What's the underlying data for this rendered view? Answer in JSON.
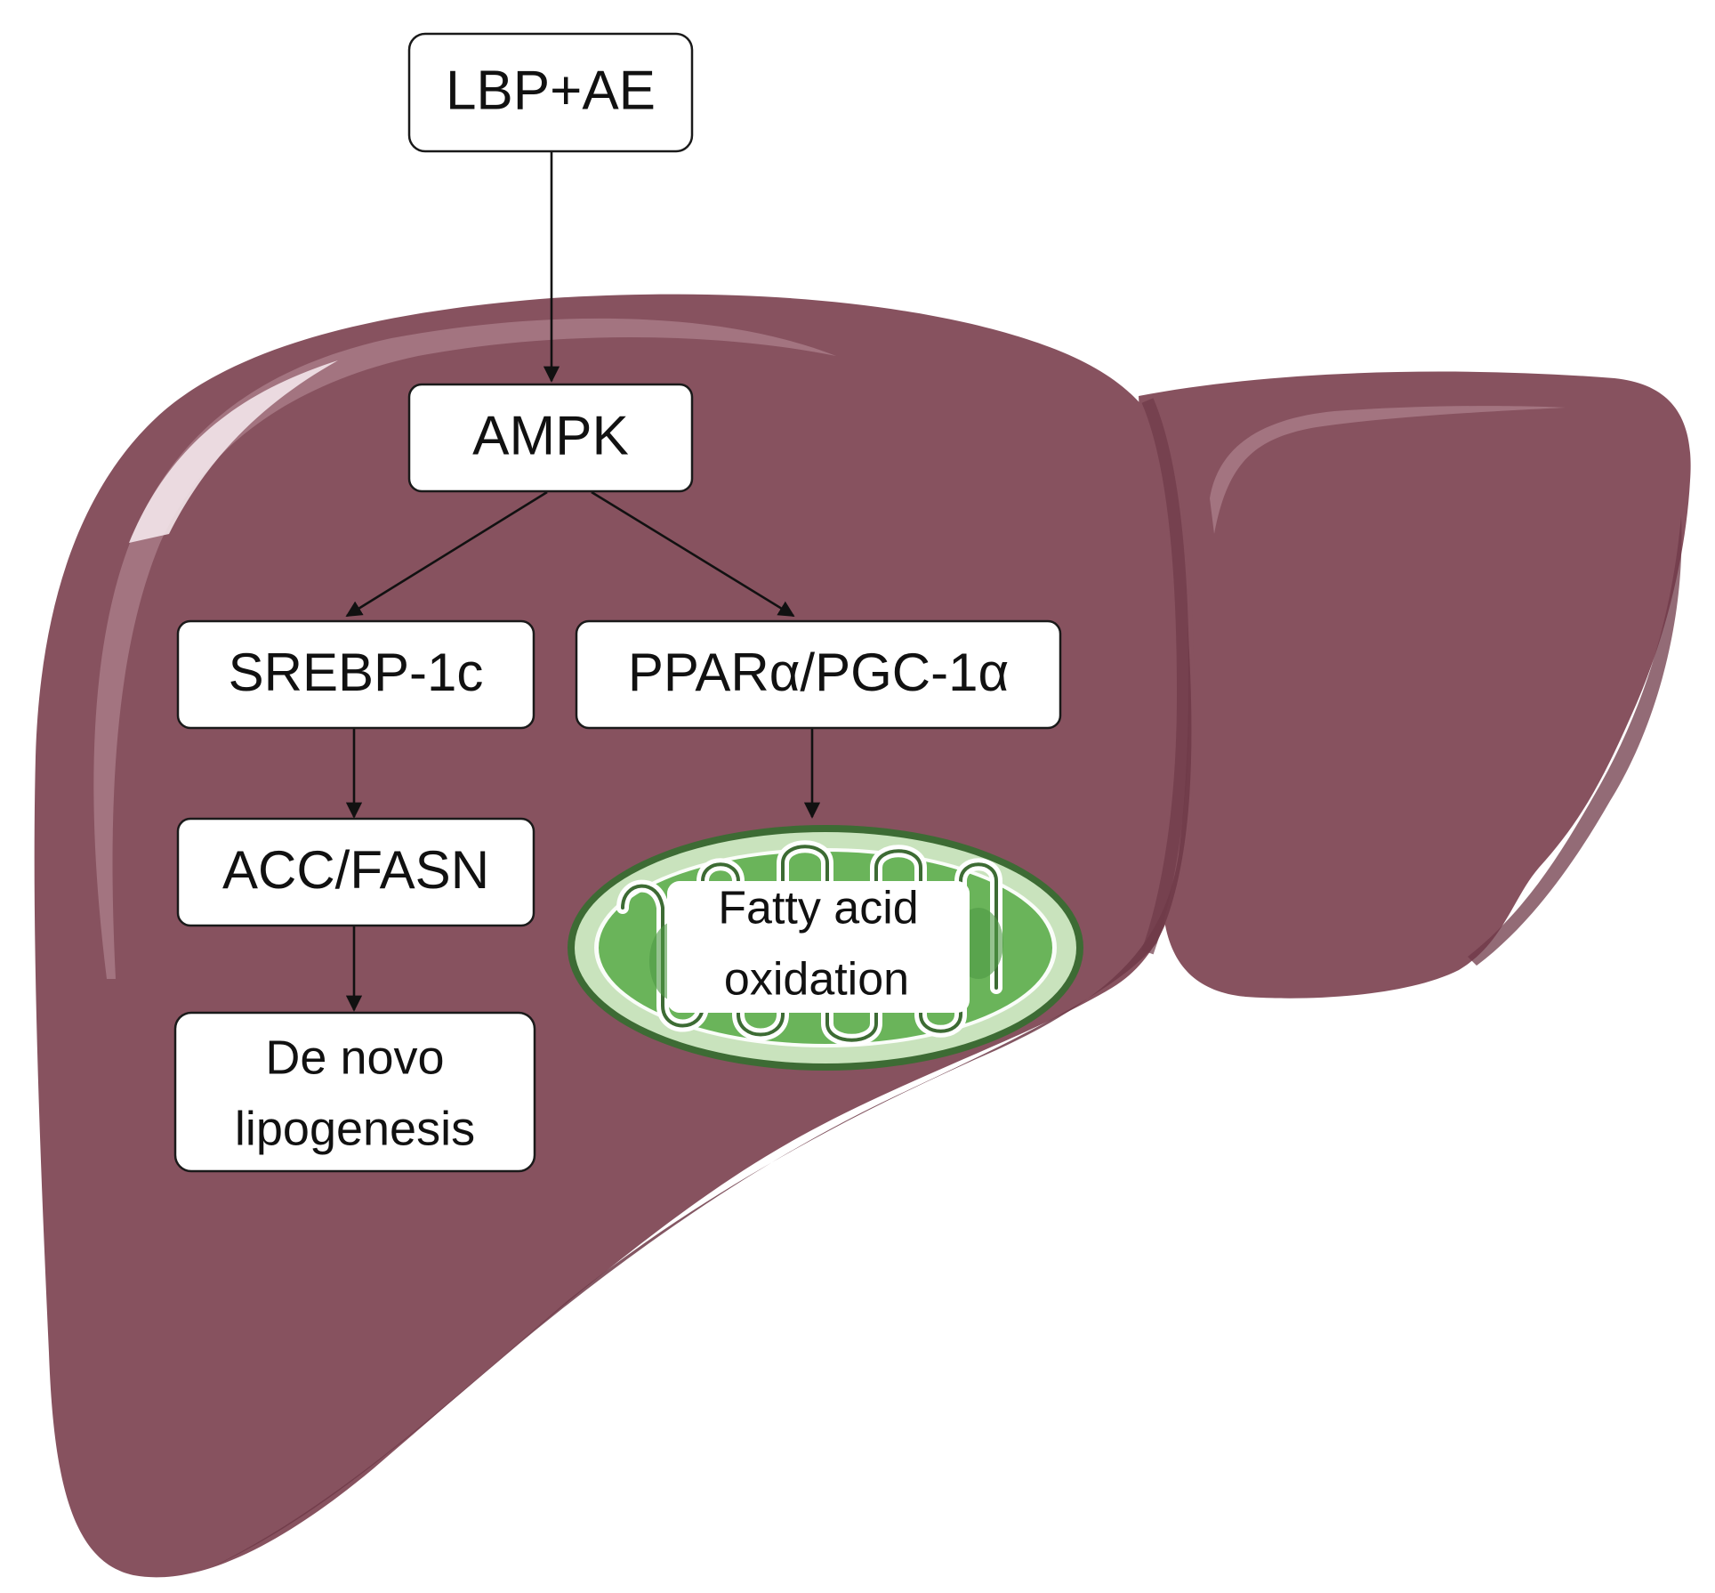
{
  "diagram": {
    "nodes": {
      "lbp_ae": {
        "label": "LBP+AE"
      },
      "ampk": {
        "label": "AMPK"
      },
      "srebp": {
        "label": "SREBP-1c"
      },
      "ppar": {
        "label": "PPARα/PGC-1α"
      },
      "acc_fasn": {
        "label": "ACC/FASN"
      },
      "dnl": {
        "lines": [
          "De novo",
          "lipogenesis"
        ]
      },
      "fao": {
        "lines": [
          "Fatty acid",
          "oxidation"
        ]
      }
    },
    "edges": [
      {
        "from": "LBP+AE",
        "to": "AMPK"
      },
      {
        "from": "AMPK",
        "to": "SREBP-1c"
      },
      {
        "from": "AMPK",
        "to": "PPARα/PGC-1α"
      },
      {
        "from": "SREBP-1c",
        "to": "ACC/FASN"
      },
      {
        "from": "ACC/FASN",
        "to": "De novo lipogenesis"
      },
      {
        "from": "PPARα/PGC-1α",
        "to": "Fatty acid oxidation"
      }
    ],
    "colors": {
      "liver": "#87525f",
      "liver_dark": "#6f3a48",
      "liver_highlight": "#a87a86",
      "mito_outer": "#c9e3bd",
      "mito_green": "#6ab45a",
      "mito_dark": "#3d6b34",
      "box_fill": "#ffffff",
      "box_stroke": "#1a1a1a",
      "arrow": "#111111"
    }
  }
}
